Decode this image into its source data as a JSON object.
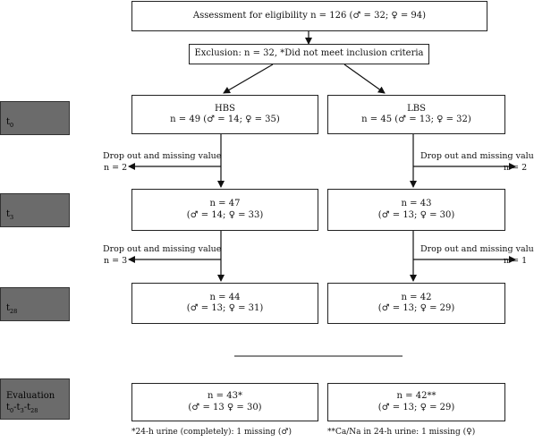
{
  "eligibility": "Assessment for eligibility n = 126 (♂ = 32; ♀ = 94)",
  "exclusion": "Exclusion: n = 32, *Did not meet inclusion criteria",
  "stages": {
    "t0": {
      "main": "t",
      "sub": "0"
    },
    "t3": {
      "main": "t",
      "sub": "3"
    },
    "t28": {
      "main": "t",
      "sub": "28"
    },
    "evaluation": {
      "line1": "Evaluation",
      "t0": "t",
      "t0sub": "0",
      "t3": "-t",
      "t3sub": "3",
      "t28": "-t",
      "t28sub": "28"
    }
  },
  "hbs": {
    "t0_title": "HBS",
    "t0_line": "n = 49 (♂ = 14; ♀ = 35)",
    "dropout1_label": "Drop out and missing value",
    "dropout1_n": "n = 2",
    "t3_line1": "n = 47",
    "t3_line2": "(♂ = 14; ♀ = 33)",
    "dropout2_label": "Drop out and missing value",
    "dropout2_n": "n = 3",
    "t28_line1": "n = 44",
    "t28_line2": "(♂ = 13; ♀ = 31)",
    "eval_line1": "n = 43*",
    "eval_line2": "(♂ = 13 ♀ = 30)",
    "footnote": "*24-h urine (completely): 1 missing (♂)"
  },
  "lbs": {
    "t0_title": "LBS",
    "t0_line": "n = 45 (♂ = 13; ♀ = 32)",
    "dropout1_label": "Drop out and missing value",
    "dropout1_n": "n = 2",
    "t3_line1": "n = 43",
    "t3_line2": "(♂ = 13; ♀ = 30)",
    "dropout2_label": "Drop out and missing value",
    "dropout2_n": "n = 1",
    "t28_line1": "n = 42",
    "t28_line2": "(♂ = 13; ♀ = 29)",
    "eval_line1": "n = 42**",
    "eval_line2": "(♂ = 13; ♀ = 29)",
    "footnote": "**Ca/Na in 24-h urine: 1 missing (♀)"
  }
}
